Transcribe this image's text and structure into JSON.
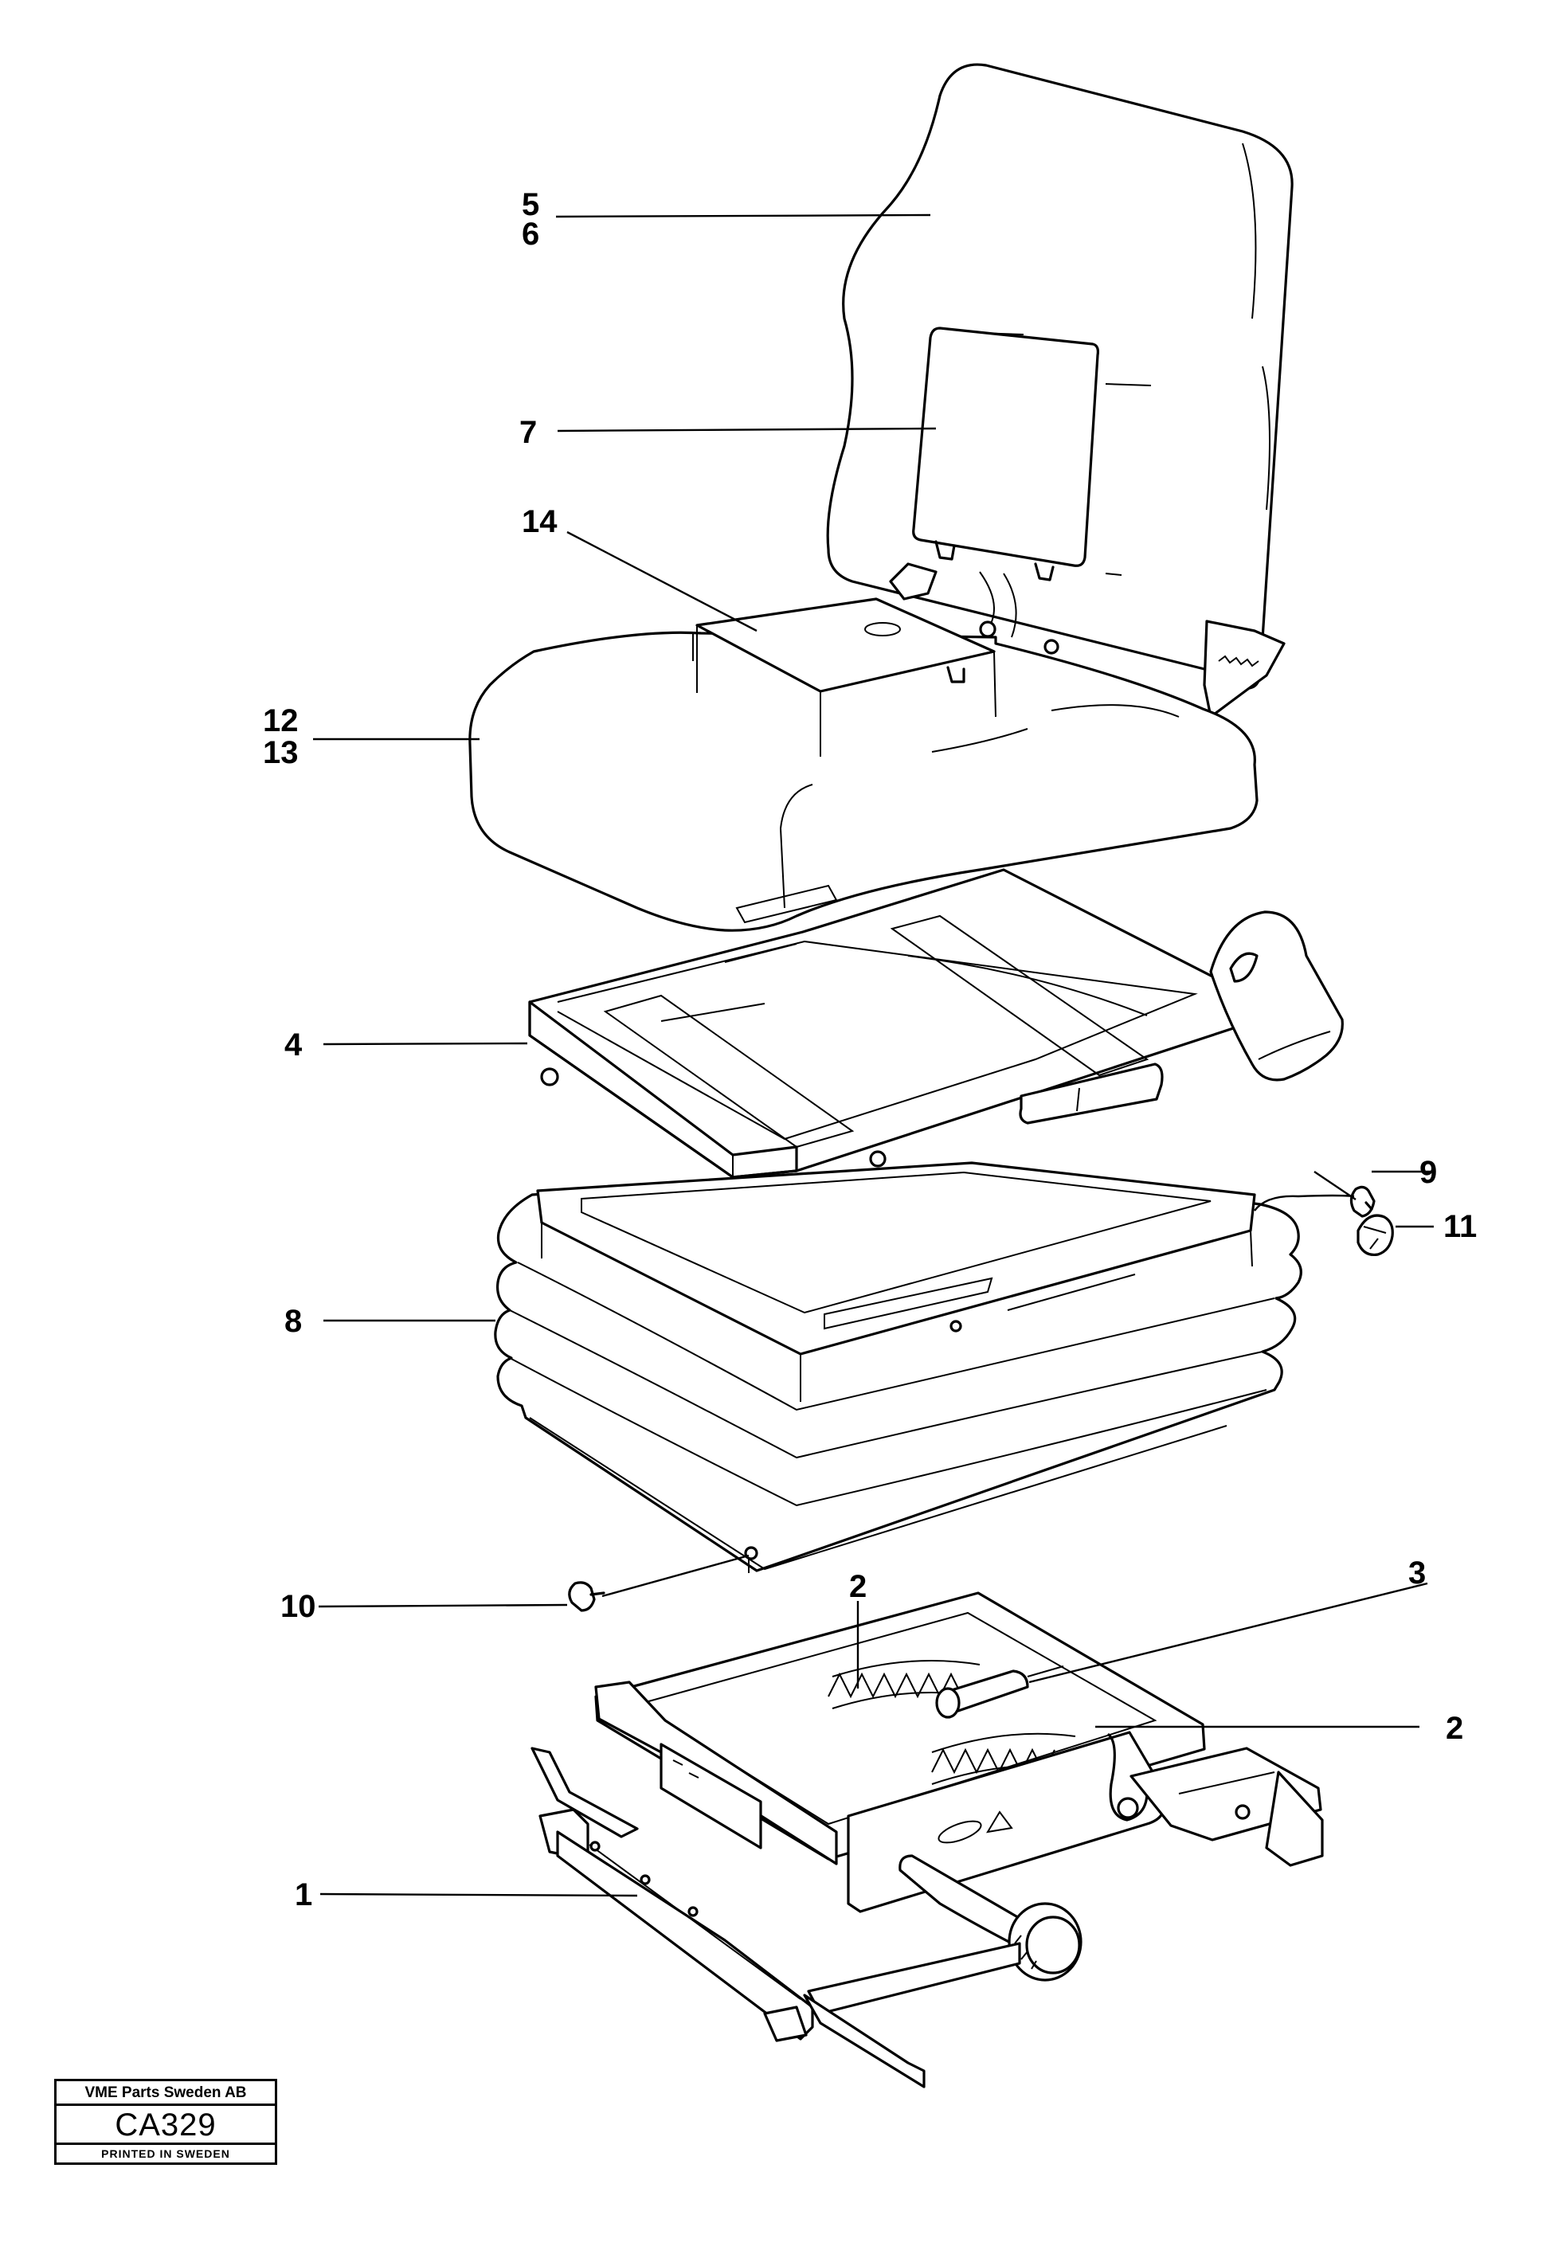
{
  "callouts": {
    "c1": "1",
    "c2a": "2",
    "c2b": "2",
    "c3": "3",
    "c4": "4",
    "c5": "5",
    "c6": "6",
    "c7": "7",
    "c8": "8",
    "c9": "9",
    "c10": "10",
    "c11": "11",
    "c12": "12",
    "c13": "13",
    "c14": "14"
  },
  "stamp": {
    "company": "VME Parts Sweden AB",
    "code": "CA329",
    "printed": "PRINTED IN SWEDEN"
  }
}
